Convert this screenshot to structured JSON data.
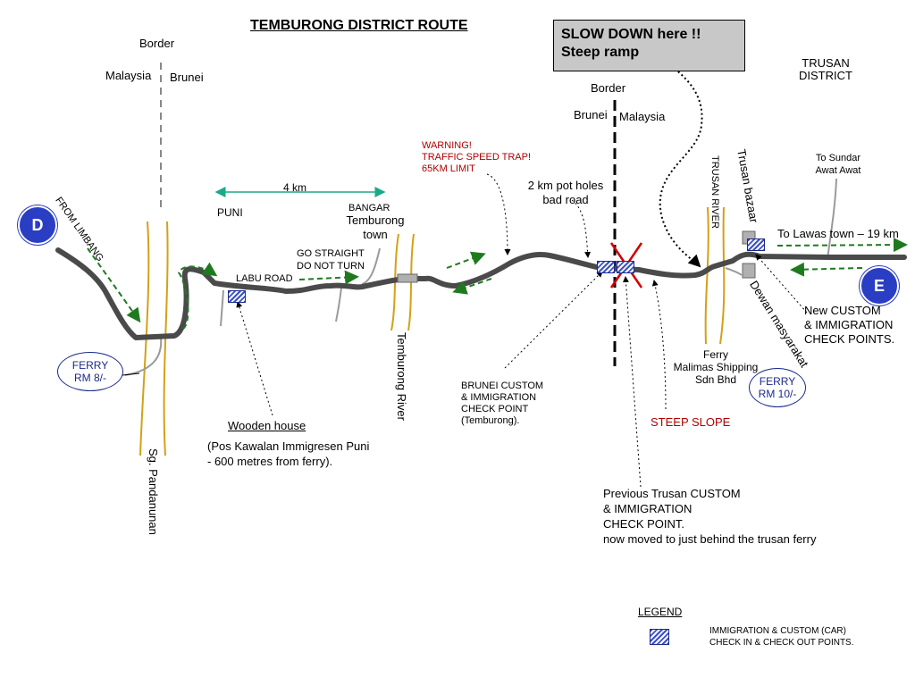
{
  "title": "TEMBURONG DISTRICT ROUTE",
  "warning_box": {
    "line1": "SLOW DOWN here !!",
    "line2": "Steep ramp"
  },
  "border_west": {
    "label": "Border",
    "left": "Malaysia",
    "right": "Brunei"
  },
  "border_east": {
    "label": "Border",
    "left": "Brunei",
    "right": "Malaysia"
  },
  "trusan_district": {
    "line1": "TRUSAN",
    "line2": "DISTRICT"
  },
  "from_limbang": "FROM LIMBANG",
  "marker_d": "D",
  "marker_e": "E",
  "scale": "4 km",
  "puni": "PUNI",
  "bangar": "BANGAR",
  "temburong_town": {
    "line1": "Temburong",
    "line2": "town"
  },
  "go_straight": {
    "line1": "GO STRAIGHT",
    "line2": "DO NOT TURN"
  },
  "labu_road": "LABU ROAD",
  "speed_trap": {
    "line1": "WARNING!",
    "line2": "TRAFFIC SPEED TRAP!",
    "line3": "65KM LIMIT"
  },
  "pot_holes": {
    "line1": "2 km pot holes",
    "line2": "bad road"
  },
  "trusan_river": "TRUSAN RIVER",
  "trusan_bazaar": "Trusan bazaar",
  "to_sundar": {
    "line1": "To Sundar",
    "line2": "Awat Awat"
  },
  "to_lawas": "To Lawas town – 19 km",
  "new_custom": {
    "line1": "New CUSTOM",
    "line2": "& IMMIGRATION",
    "line3": "CHECK POINTS."
  },
  "dewan": "Dewan masyarakat",
  "ferry_west": {
    "line1": "FERRY",
    "line2": "RM 8/-"
  },
  "ferry_east": {
    "line1": "FERRY",
    "line2": "RM 10/-"
  },
  "ferry_malimas": {
    "line1": "Ferry",
    "line2": "Malimas Shipping",
    "line3": "Sdn Bhd"
  },
  "wooden_house": {
    "title": "Wooden house",
    "line1": "(Pos Kawalan Immigresen Puni",
    "line2": "-   600 metres from ferry)."
  },
  "sg_pandanunan": "Sg. Pandanunan",
  "temburong_river": "Temburong River",
  "brunei_custom": {
    "line1": "BRUNEI CUSTOM",
    "line2": "& IMMIGRATION",
    "line3": "CHECK POINT",
    "line4": "(Temburong)."
  },
  "steep_slope": "STEEP SLOPE",
  "previous_trusan": {
    "line1": "Previous Trusan CUSTOM",
    "line2": "& IMMIGRATION",
    "line3": "CHECK POINT.",
    "line4": "now moved to just behind the trusan ferry"
  },
  "legend": {
    "title": "LEGEND",
    "line1": "IMMIGRATION & CUSTOM (CAR)",
    "line2": "CHECK IN & CHECK OUT POINTS."
  },
  "colors": {
    "road": "#4a4a4a",
    "river": "#d4a017",
    "arrow": "#1f7a1f",
    "scale": "#1aaa88",
    "accent": "#2a3ec4",
    "warning": "#b00000"
  }
}
